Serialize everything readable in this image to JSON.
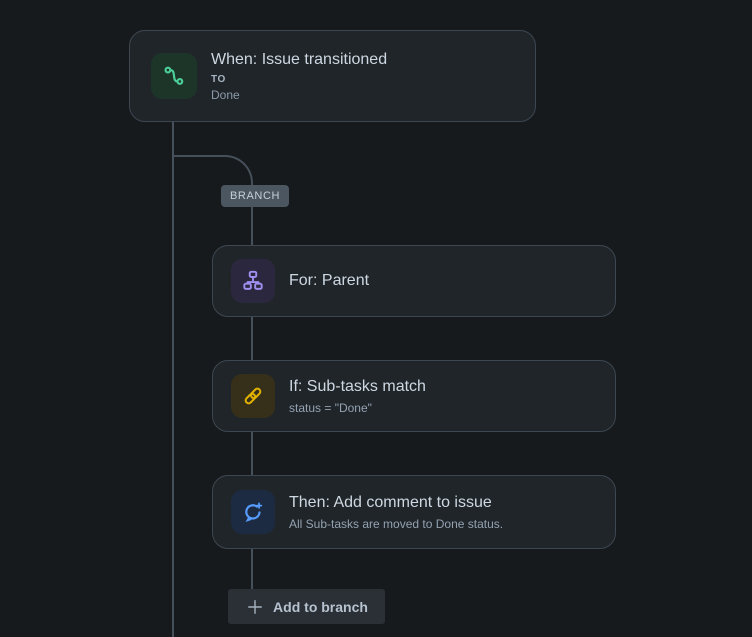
{
  "trigger": {
    "title": "When: Issue transitioned",
    "meta_label": "TO",
    "meta_value": "Done",
    "icon": "transition-icon"
  },
  "branch": {
    "label": "BRANCH"
  },
  "nodes": [
    {
      "kind": "for",
      "title": "For: Parent",
      "icon": "hierarchy-icon"
    },
    {
      "kind": "if",
      "title": "If: Sub-tasks match",
      "subtitle": "status = \"Done\"",
      "icon": "link-icon"
    },
    {
      "kind": "then",
      "title": "Then: Add comment to issue",
      "subtitle": "All Sub-tasks are moved to Done status.",
      "icon": "add-comment-icon"
    }
  ],
  "add_button": {
    "label": "Add to branch",
    "icon": "plus-icon"
  },
  "colors": {
    "canvas_bg": "#161a1d",
    "card_bg": "#202529",
    "card_border": "#3d4751",
    "connector": "#46505a",
    "trigger_green": "#4bce97",
    "branch_purple": "#9f8fef",
    "condition_yellow": "#e2b203",
    "action_blue": "#579dff"
  }
}
